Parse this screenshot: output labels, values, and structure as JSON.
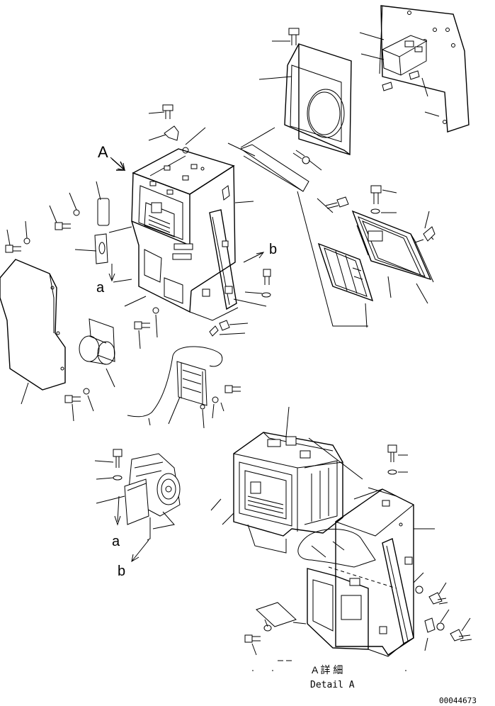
{
  "view_labels": {
    "arrow_a_top": "A",
    "callout_a_1": "a",
    "callout_b_1": "b",
    "callout_a_2": "a",
    "callout_b_2": "b"
  },
  "detail_caption": {
    "japanese": "A 詳 細",
    "english": "Detail A"
  },
  "drawing_number": "00044673"
}
